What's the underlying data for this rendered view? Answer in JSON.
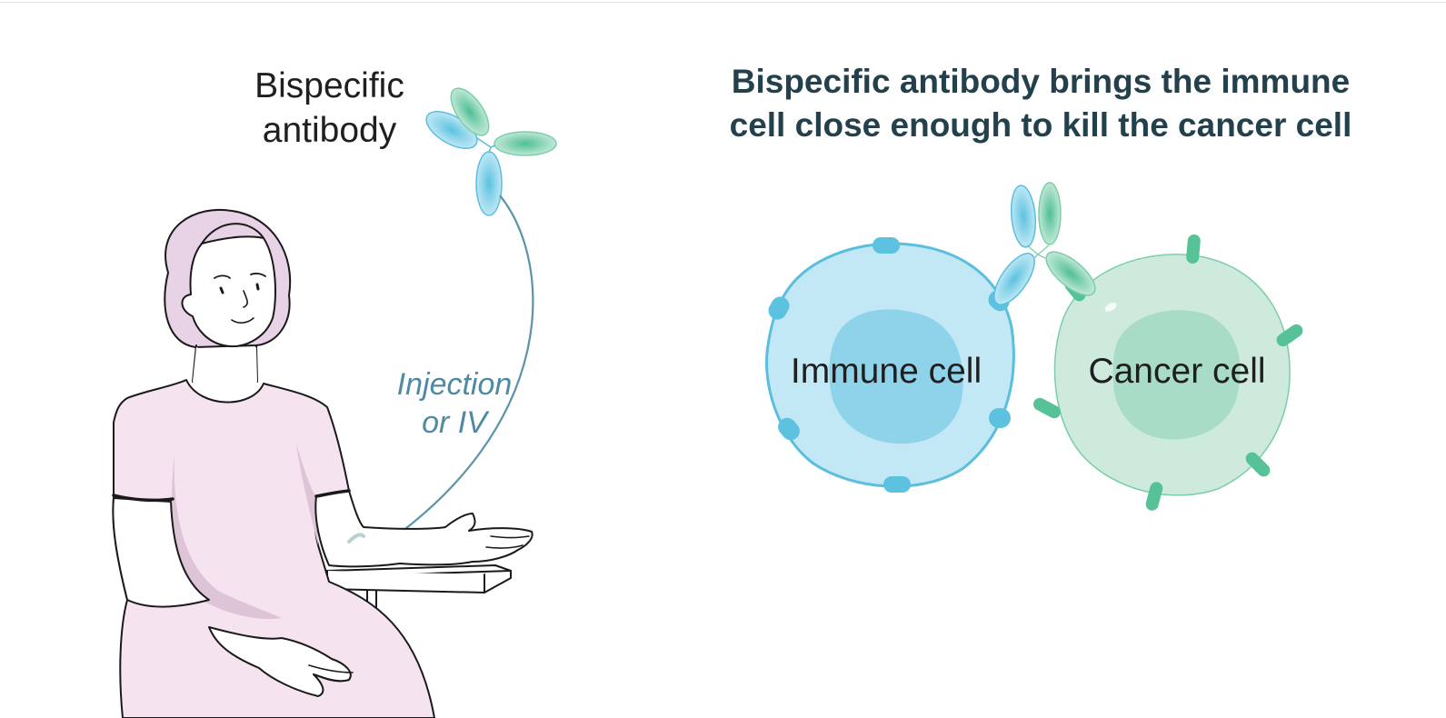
{
  "left_panel": {
    "antibody_label_line1": "Bispecific",
    "antibody_label_line2": "antibody",
    "route_label_line1": "Injection",
    "route_label_line2": "or IV"
  },
  "right_panel": {
    "headline_line1": "Bispecific antibody brings the immune",
    "headline_line2": "cell close enough to kill the cancer cell",
    "immune_cell_label": "Immune cell",
    "cancer_cell_label": "Cancer cell"
  },
  "colors": {
    "text_dark": "#1f1f1f",
    "headline": "#23404d",
    "route_text": "#4f8aa3",
    "arrow": "#5b93a8",
    "immune_fill": "#c3e8f5",
    "immune_stroke": "#5bbede",
    "immune_nucleus": "#8fd3ea",
    "immune_receptor": "#5cc2e0",
    "cancer_fill": "#cdeadc",
    "cancer_stroke": "#7ccdaa",
    "cancer_nucleus": "#a8dcc6",
    "cancer_receptor": "#57c197",
    "person_hair": "#e8d2e6",
    "person_dress": "#f5e4ef",
    "person_shadow": "#ddc4d6",
    "skin": "#ffffff",
    "outline": "#1a1a1a"
  }
}
